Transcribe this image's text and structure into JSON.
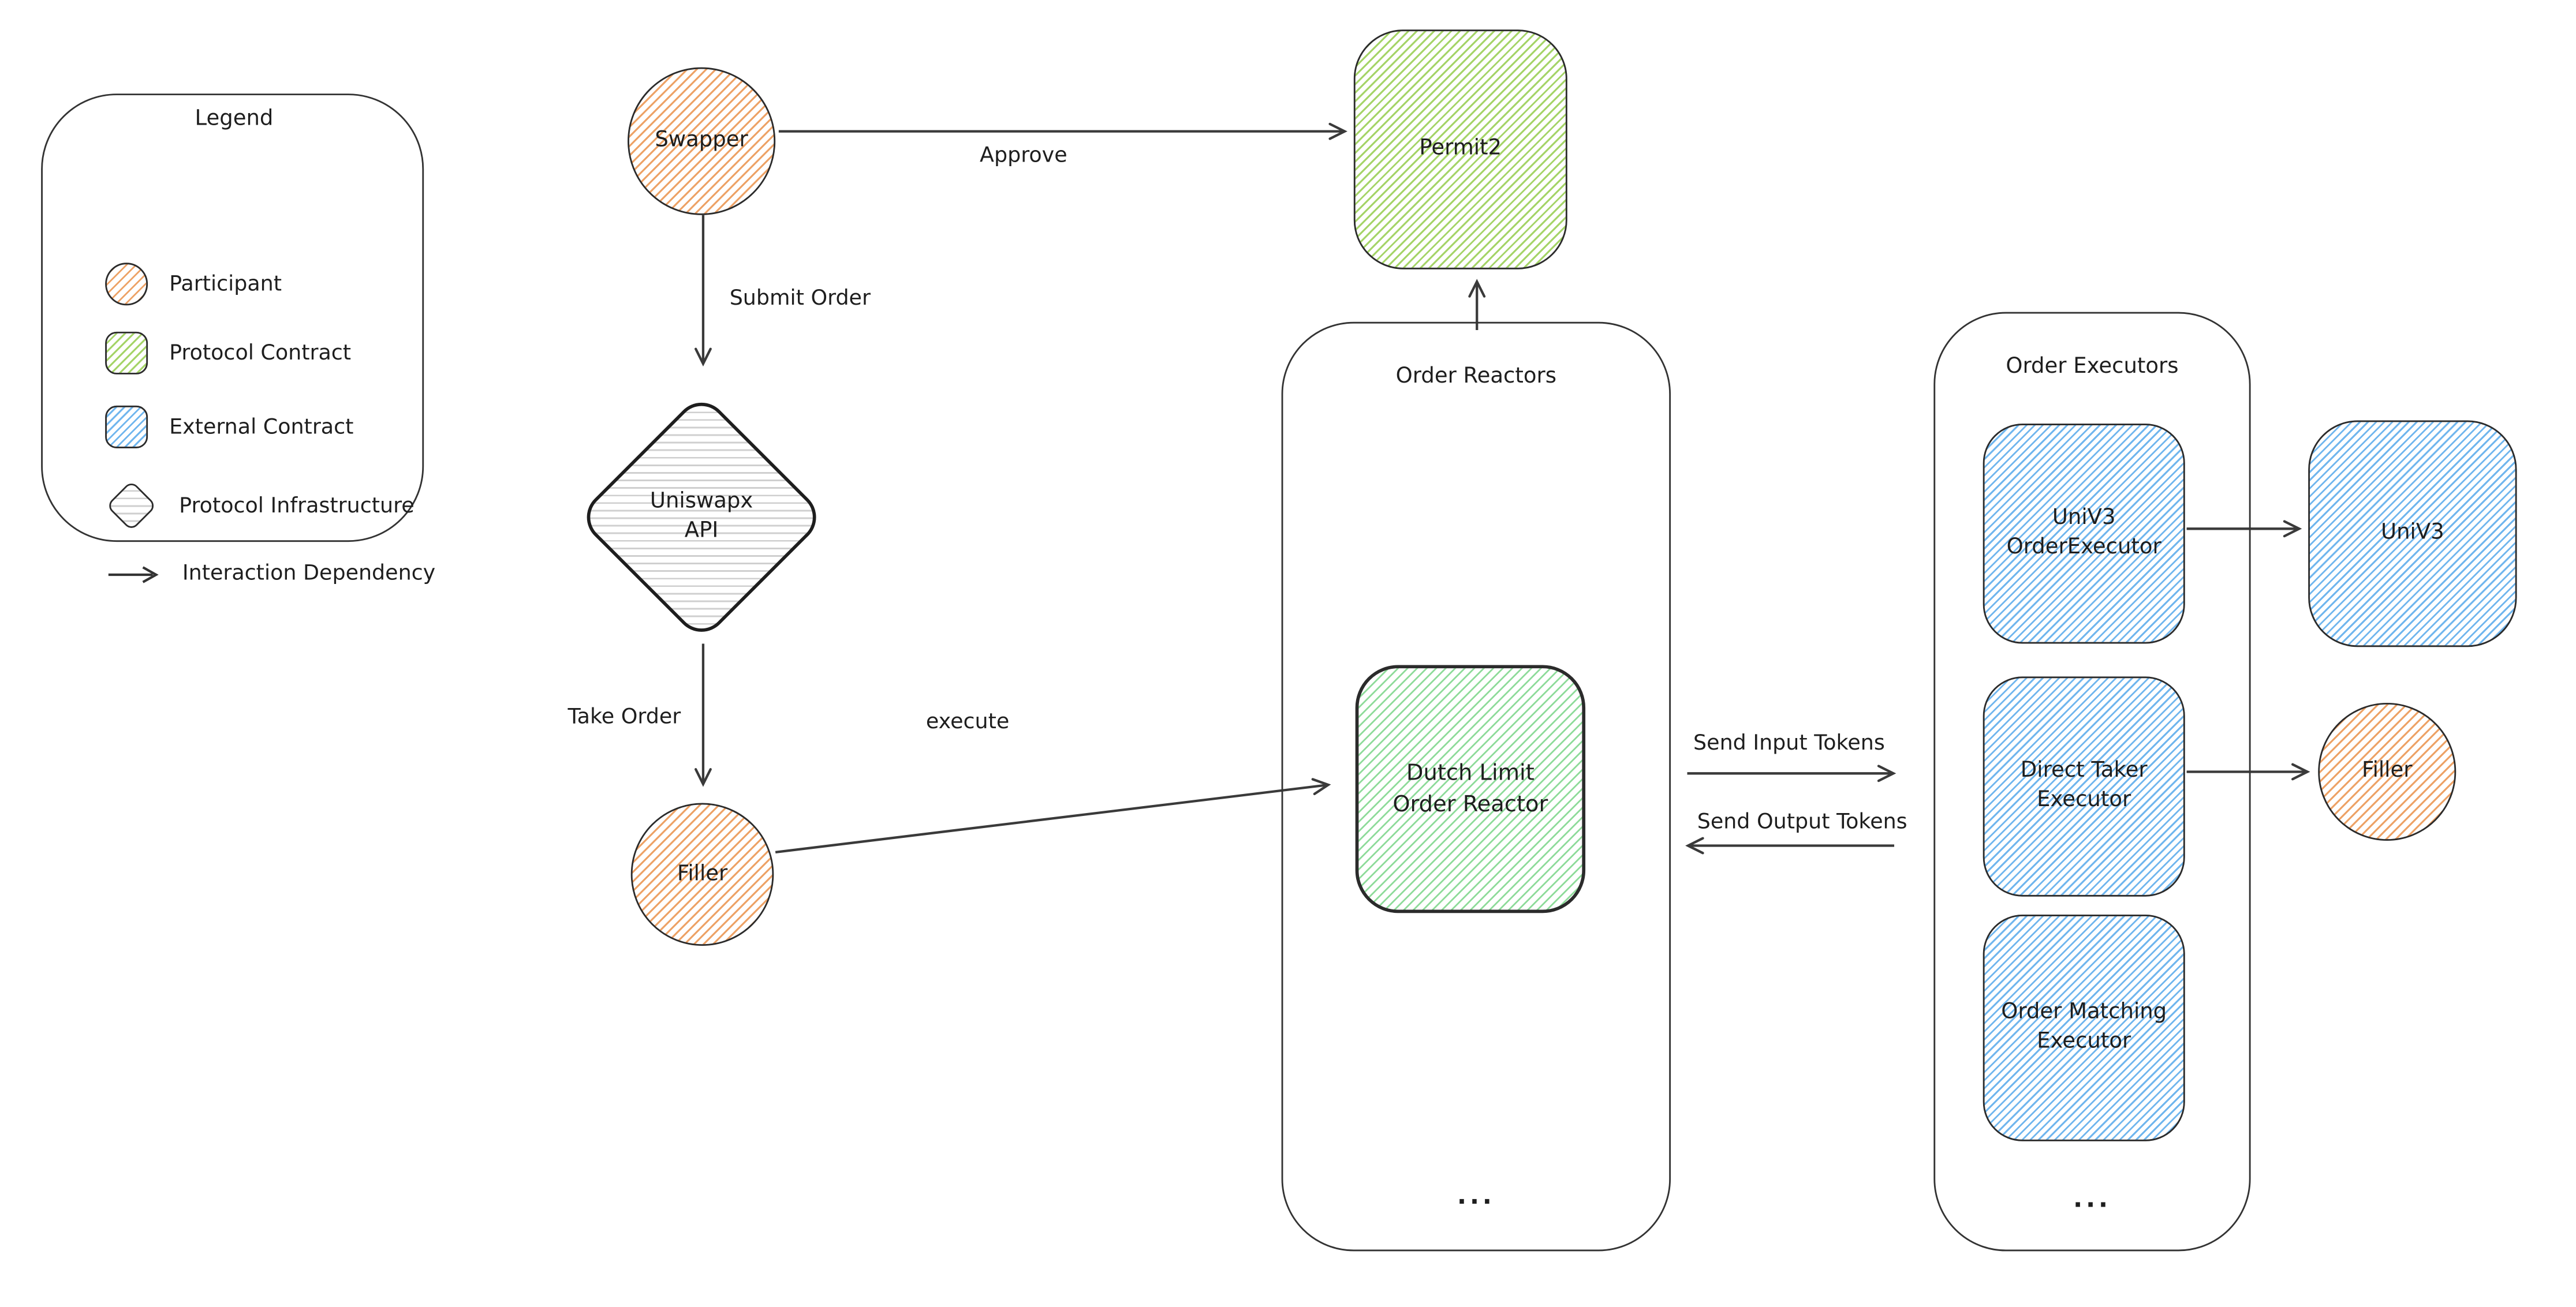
{
  "legend": {
    "title": "Legend",
    "items": [
      {
        "label": "Participant",
        "swatch": "participant-circle"
      },
      {
        "label": "Protocol Contract",
        "swatch": "protocol-contract-square"
      },
      {
        "label": "External Contract",
        "swatch": "external-contract-square"
      },
      {
        "label": "Protocol Infrastructure",
        "swatch": "infrastructure-diamond"
      },
      {
        "label": "Interaction Dependency",
        "swatch": "dependency-arrow"
      }
    ]
  },
  "nodes": {
    "swapper": "Swapper",
    "permit2": "Permit2",
    "uniswapx_api": "Uniswapx\nAPI",
    "filler": "Filler",
    "dutch_reactor": "Dutch Limit\nOrder Reactor",
    "univ3_order_executor": "UniV3\nOrderExecutor",
    "direct_taker_executor": "Direct Taker\nExecutor",
    "order_matching_executor": "Order Matching\nExecutor",
    "univ3": "UniV3",
    "filler_right": "Filler"
  },
  "containers": {
    "order_reactors": {
      "title": "Order Reactors",
      "ellipsis": "..."
    },
    "order_executors": {
      "title": "Order Executors",
      "ellipsis": "..."
    }
  },
  "edge_labels": {
    "approve": "Approve",
    "submit_order": "Submit Order",
    "take_order": "Take Order",
    "execute": "execute",
    "send_input": "Send Input Tokens",
    "send_output": "Send Output Tokens"
  },
  "colors": {
    "participant_hatch": "#eda266",
    "protocol_contract_hatch_permit2": "#a5d468",
    "protocol_contract_hatch_reactor": "#8edb9a",
    "external_contract_hatch": "#70b6ee",
    "infrastructure_hatch": "#cfcfcf",
    "shape_stroke": "#2b2b2b",
    "edge_stroke": "#3a3a3a",
    "text": "#1e1e1e",
    "background": "#ffffff"
  }
}
